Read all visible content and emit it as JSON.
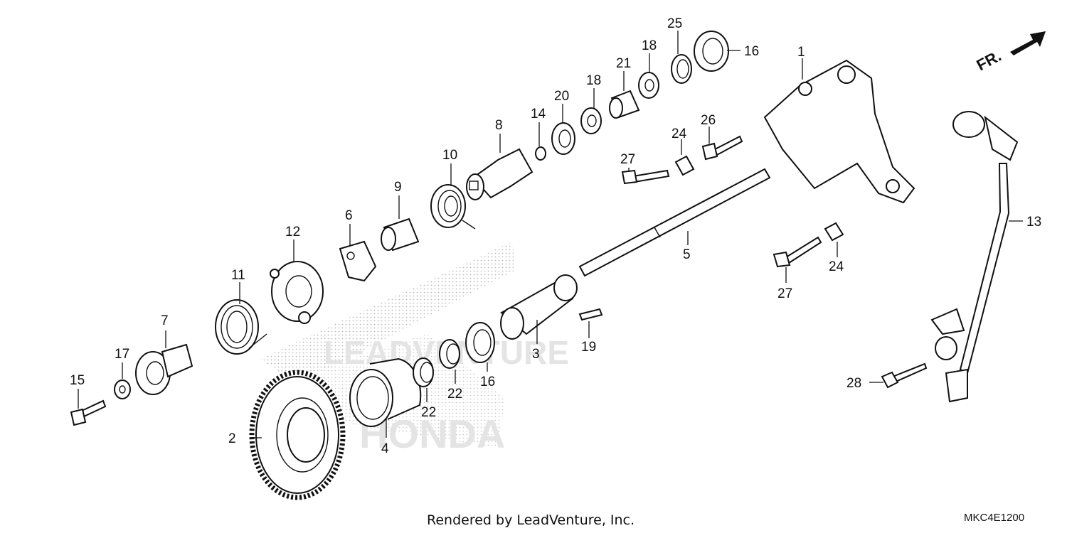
{
  "title": "Rendered by LeadVenture, Inc.",
  "diagram_code": "MKC4E1200",
  "direction_label": "FR.",
  "watermark": {
    "text": "LEADVENTURE",
    "secondary_text": "HONDA"
  },
  "callouts": [
    {
      "id": "c1",
      "label": "1"
    },
    {
      "id": "c2",
      "label": "2"
    },
    {
      "id": "c3",
      "label": "3"
    },
    {
      "id": "c4",
      "label": "4"
    },
    {
      "id": "c5",
      "label": "5"
    },
    {
      "id": "c6",
      "label": "6"
    },
    {
      "id": "c7",
      "label": "7"
    },
    {
      "id": "c8",
      "label": "8"
    },
    {
      "id": "c9",
      "label": "9"
    },
    {
      "id": "c10",
      "label": "10"
    },
    {
      "id": "c11",
      "label": "11"
    },
    {
      "id": "c12",
      "label": "12"
    },
    {
      "id": "c13",
      "label": "13"
    },
    {
      "id": "c14",
      "label": "14"
    },
    {
      "id": "c15",
      "label": "15"
    },
    {
      "id": "c16a",
      "label": "16"
    },
    {
      "id": "c16b",
      "label": "16"
    },
    {
      "id": "c17",
      "label": "17"
    },
    {
      "id": "c18a",
      "label": "18"
    },
    {
      "id": "c18b",
      "label": "18"
    },
    {
      "id": "c19",
      "label": "19"
    },
    {
      "id": "c20",
      "label": "20"
    },
    {
      "id": "c21",
      "label": "21"
    },
    {
      "id": "c22a",
      "label": "22"
    },
    {
      "id": "c22b",
      "label": "22"
    },
    {
      "id": "c24a",
      "label": "24"
    },
    {
      "id": "c24b",
      "label": "24"
    },
    {
      "id": "c25",
      "label": "25"
    },
    {
      "id": "c26",
      "label": "26"
    },
    {
      "id": "c27a",
      "label": "27"
    },
    {
      "id": "c27b",
      "label": "27"
    },
    {
      "id": "c28",
      "label": "28"
    }
  ]
}
